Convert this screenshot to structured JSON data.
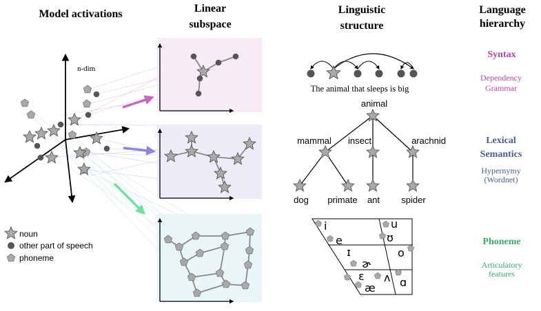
{
  "headers": {
    "col1": "Model activations",
    "col2_line1": "Linear",
    "col2_line2": "subspace",
    "col3_line1": "Linguistic",
    "col3_line2": "structure",
    "col4_line1": "Language",
    "col4_line2": "hierarchy"
  },
  "axis_label": "n-dim",
  "legend": {
    "noun": "noun",
    "other": "other part of speech",
    "phoneme": "phoneme"
  },
  "syntax": {
    "sentence": "The animal that sleeps is big"
  },
  "tree": {
    "root": "animal",
    "mammal": "mammal",
    "insect": "insect",
    "arachnid": "arachnid",
    "dog": "dog",
    "primate": "primate",
    "ant": "ant",
    "spider": "spider"
  },
  "vowels": {
    "i": "i",
    "e": "e",
    "small_i": "ɪ",
    "epsilon": "ɛ",
    "ae": "æ",
    "schwa": "ɚ",
    "u": "u",
    "upsilon": "ʊ",
    "o": "o",
    "wedge": "ʌ",
    "alpha": "ɑ"
  },
  "hierarchy": {
    "syntax_title": "Syntax",
    "syntax_sub1": "Dependency",
    "syntax_sub2": "Grammar",
    "lexical_title1": "Lexical",
    "lexical_title2": "Semantics",
    "lexical_sub1": "Hypernymy",
    "lexical_sub2": "(Wordnet)",
    "phoneme_title": "Phoneme",
    "phoneme_sub1": "Articulatory",
    "phoneme_sub2": "features"
  },
  "colors": {
    "syntax": "#b04aa0",
    "lexical": "#4c5c8c",
    "phoneme": "#3daa6c",
    "panel_syntax": "#f7ebf4",
    "panel_lexical": "#ececf8",
    "panel_phoneme": "#eaf5f7",
    "arrow_syntax": "#c06ab8",
    "arrow_lexical": "#8c86d8",
    "arrow_phoneme": "#6ee0a0"
  }
}
